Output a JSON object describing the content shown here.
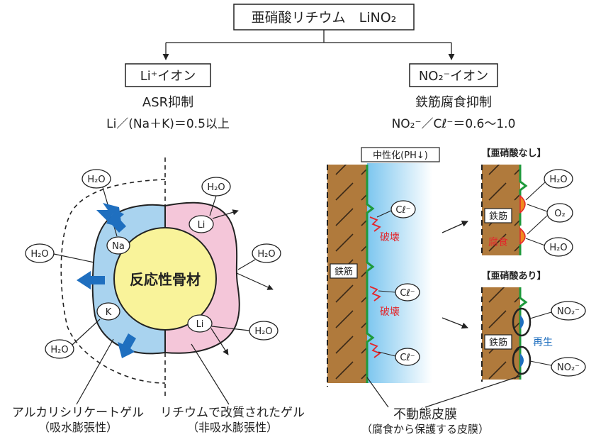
{
  "top_box": {
    "label": "亜硝酸リチウム　LiNO₂"
  },
  "li_branch": {
    "box_label": "Li⁺イオン",
    "effect": "ASR抑制",
    "ratio": "Li／(Na＋K)＝0.5以上"
  },
  "no2_branch": {
    "box_label": "NO₂⁻イオン",
    "effect": "鉄筋腐食抑制",
    "ratio": "NO₂⁻／Cℓ⁻＝0.6～1.0"
  },
  "asr_diagram": {
    "aggregate_label": "反応性骨材",
    "h2o": "H₂O",
    "na": "Na",
    "k": "K",
    "li": "Li",
    "alkali_gel_label": "アルカリシリケートゲル",
    "alkali_gel_sub": "（吸水膨張性）",
    "lithium_gel_label": "リチウムで改質されたゲル",
    "lithium_gel_sub": "（非吸水膨張性）"
  },
  "corrosion_diagram": {
    "neutralization_label": "中性化(PH↓)",
    "rebar_label": "鉄筋",
    "cl": "Cℓ⁻",
    "destruction": "破壊",
    "without_nitrite_title": "【亜硝酸なし】",
    "with_nitrite_title": "【亜硝酸あり】",
    "h2o": "H₂O",
    "o2": "O₂",
    "corrosion": "腐食",
    "no2": "NO₂⁻",
    "regeneration": "再生",
    "passive_film_label": "不動態皮膜",
    "passive_film_sub": "（腐食から保護する皮膜）"
  },
  "colors": {
    "rebar": "#b07a3c",
    "alkali_gel": "#a9d3ef",
    "lithium_gel": "#f4c6d9",
    "aggregate": "#f9f39a",
    "passive_film": "#1e9a3c",
    "arrow_blue": "#1f6fbf",
    "concrete_blue": "#bfe2f6",
    "corrosion_red": "#e3262b"
  }
}
